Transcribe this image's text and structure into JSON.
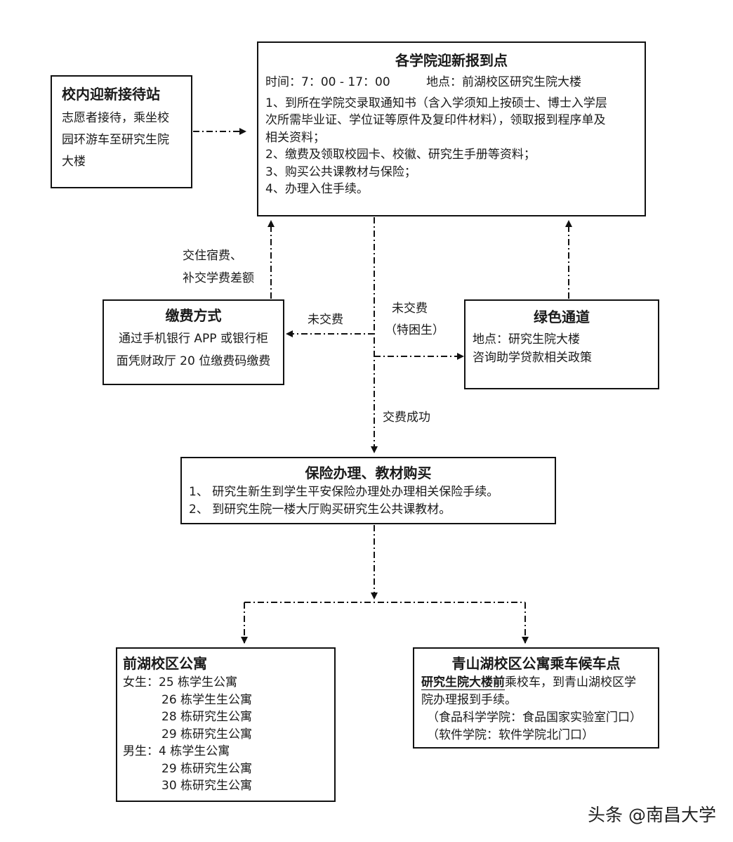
{
  "reception": {
    "title": "校内迎新接待站",
    "lines": [
      "志愿者接待，乘坐校",
      "园环游车至研究生院",
      "大楼"
    ]
  },
  "college": {
    "title": "各学院迎新报到点",
    "time": "时间：7：00 - 17：00",
    "location": "地点：前湖校区研究生院大楼",
    "items": [
      "1、到所在学院交录取通知书（含入学须知上按硕士、博士入学层",
      "次所需毕业证、学位证等原件及复印件材料），领取报到程序单及",
      "相关资料；",
      "2、缴费及领取校园卡、校徽、研究生手册等资料；",
      "3、购买公共课教材与保险；",
      "4、办理入住手续。"
    ]
  },
  "payment": {
    "title": "缴费方式",
    "lines": [
      "通过手机银行 APP 或银行柜",
      "面凭财政厅 20 位缴费码缴费"
    ]
  },
  "green": {
    "title": "绿色通道",
    "lines": [
      "地点：研究生院大楼",
      "咨询助学贷款相关政策"
    ]
  },
  "insurance": {
    "title": "保险办理、教材购买",
    "lines": [
      "1、  研究生新生到学生平安保险办理处办理相关保险手续。",
      "2、  到研究生院一楼大厅购买研究生公共课教材。"
    ]
  },
  "qianhu": {
    "title": "前湖校区公寓",
    "lines": [
      "女生：25 栋学生公寓",
      "26 栋学生生公寓",
      "28 栋研究生公寓",
      "29 栋研究生公寓",
      "男生：4 栋学生公寓",
      "29 栋研究生公寓",
      "30 栋研究生公寓"
    ]
  },
  "qingshan": {
    "title": "青山湖校区公寓乘车候车点",
    "line1_underlined": "研究生院大楼前",
    "line1_rest": "乘校车，到青山湖校区学",
    "line2": "院办理报到手续。",
    "line3": "（食品科学学院：食品国家实验室门口）",
    "line4": "（软件学院：软件学院北门口）"
  },
  "labels": {
    "dorm_fee_1": "交住宿费、",
    "dorm_fee_2": "补交学费差额",
    "unpaid": "未交费",
    "unpaid_special_1": "未交费",
    "unpaid_special_2": "（特困生）",
    "paid_success": "交费成功"
  },
  "watermark": "头条 @南昌大学"
}
